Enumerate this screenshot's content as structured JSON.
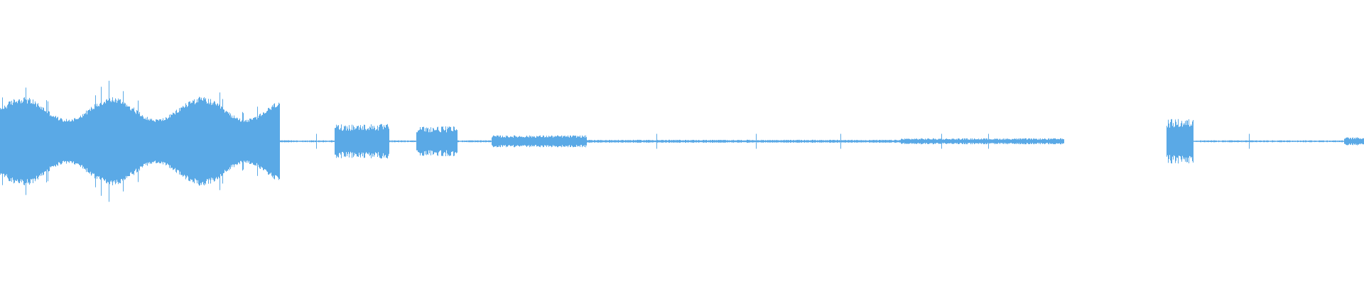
{
  "waveform": {
    "color": "#5aa9e6",
    "description_segments": [
      {
        "start": 0.0,
        "end": 0.205,
        "amp": 0.9
      },
      {
        "start": 0.205,
        "end": 0.245,
        "amp": 0.02
      },
      {
        "start": 0.245,
        "end": 0.285,
        "amp": 0.35
      },
      {
        "start": 0.285,
        "end": 0.305,
        "amp": 0.02
      },
      {
        "start": 0.305,
        "end": 0.335,
        "amp": 0.3
      },
      {
        "start": 0.335,
        "end": 0.36,
        "amp": 0.02
      },
      {
        "start": 0.36,
        "end": 0.43,
        "amp": 0.12
      },
      {
        "start": 0.43,
        "end": 0.66,
        "amp": 0.03
      },
      {
        "start": 0.66,
        "end": 0.78,
        "amp": 0.06
      },
      {
        "start": 0.78,
        "end": 0.855,
        "amp": 0.0
      },
      {
        "start": 0.855,
        "end": 0.875,
        "amp": 0.45
      },
      {
        "start": 0.875,
        "end": 0.985,
        "amp": 0.02
      },
      {
        "start": 0.985,
        "end": 1.0,
        "amp": 0.08
      }
    ]
  }
}
